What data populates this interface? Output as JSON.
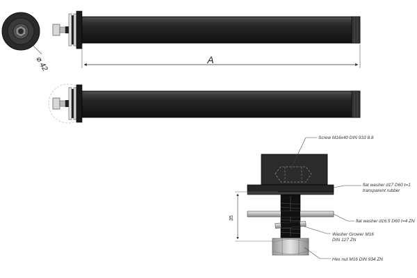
{
  "dimensions": {
    "length_label": "A",
    "diameter_label": "⌀ 42",
    "stack_height_label": "35"
  },
  "callouts": {
    "screw": "Screw M16x40 DIN 933 8.8",
    "washer_rubber_line1": "flat washer d17 D60 t=1",
    "washer_rubber_line2": "transparent rubber",
    "washer_zn": "flat washer d16.5 D60 t=4 ZN",
    "grower_line1": "Washer Grower M16",
    "grower_line2": "DIN 127 ZN",
    "hex_nut": "Hex nut M16 DIN 934 ZN"
  },
  "colors": {
    "roller": "#1f1f1f",
    "roller_highlight": "#3a3a3a",
    "metal": "#c8c8c8",
    "leader": "#444444"
  }
}
